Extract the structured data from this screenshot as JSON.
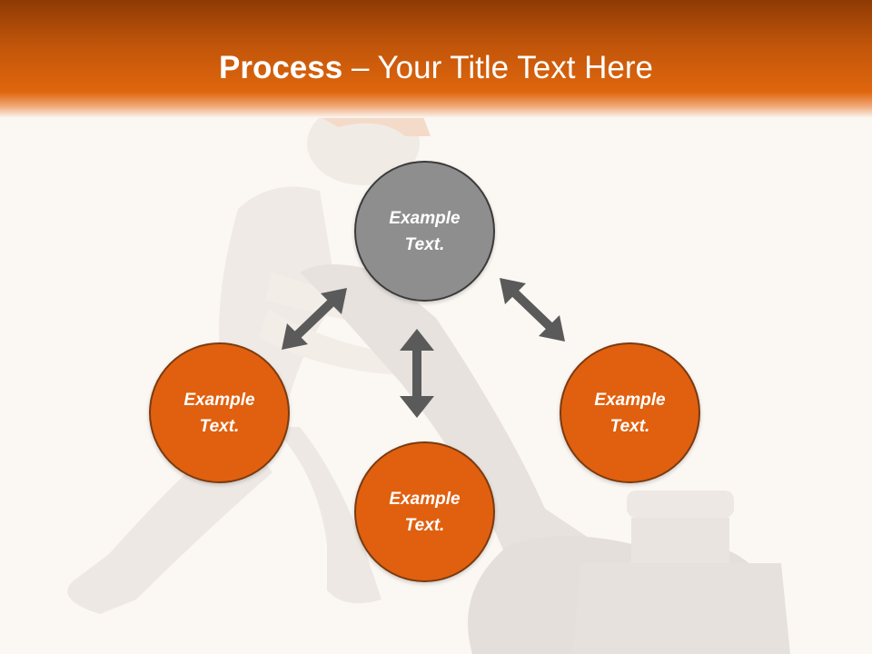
{
  "slide": {
    "title_bold": "Process",
    "title_rest": " – Your Title Text Here"
  },
  "nodes": [
    {
      "text": "Example Text.",
      "color": "#8e8e8e"
    },
    {
      "text": "Example Text.",
      "color": "#e0600f"
    },
    {
      "text": "Example Text.",
      "color": "#e0600f"
    },
    {
      "text": "Example Text.",
      "color": "#e0600f"
    }
  ],
  "colors": {
    "header_dark": "#8e3a04",
    "header_accent": "#e0660d",
    "arrow": "#5a5a5a",
    "background": "#fbf7f3"
  },
  "icons": [
    "double-headed-arrow",
    "worker-with-wrench-illustration"
  ]
}
